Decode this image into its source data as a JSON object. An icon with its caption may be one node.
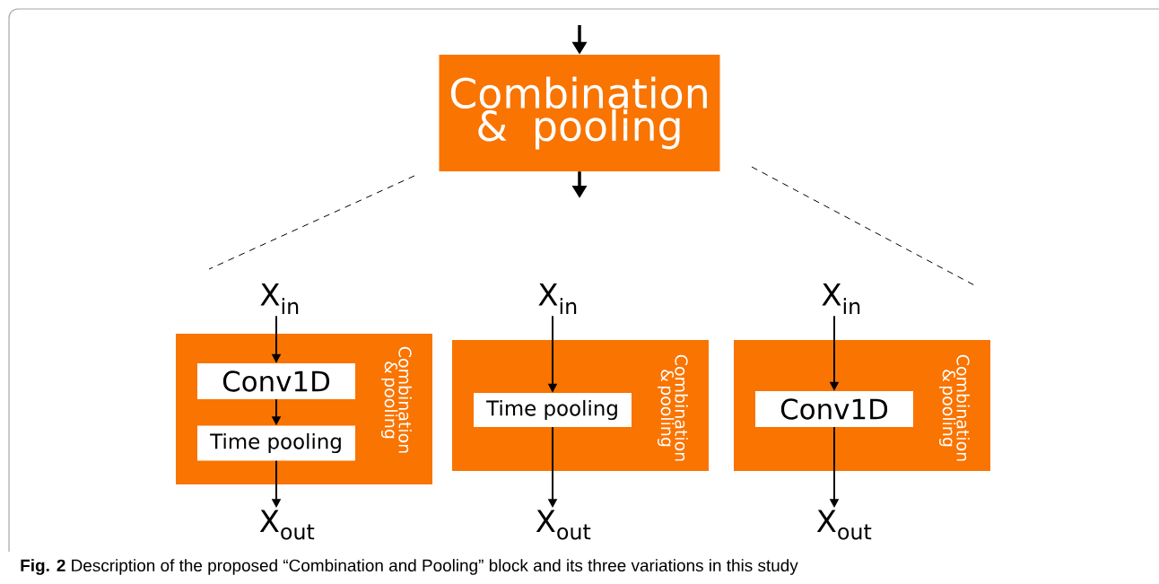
{
  "diagram": {
    "caption": "**Fig. 2** Description of the proposed “Combination and Pooling” block and its three variations in this study",
    "nodes": [
      {
        "text": [
          "Combination & pooling"
        ]
      },
      {
        "text": [
          "X$_{in}$"
        ]
      },
      {
        "text": [
          "Combination & pooling"
        ]
      },
      {
        "text": [
          "Conv1D"
        ],
        "in": 2
      },
      {
        "text": [
          "Time pooling"
        ],
        "in": 2
      },
      {
        "text": [
          "X$_{out}$"
        ]
      },
      {
        "text": [
          "X$_{in}$"
        ]
      },
      {
        "text": [
          "Combination & pooling"
        ]
      },
      {
        "text": [
          "Time pooling"
        ],
        "in": 7
      },
      {
        "text": [
          "X$_{out}$"
        ]
      },
      {
        "text": [
          "X$_{in}$"
        ]
      },
      {
        "text": [
          "Combination & pooling"
        ]
      },
      {
        "text": [
          "Conv1D"
        ],
        "in": 11
      },
      {
        "text": [
          "X$_{out}$"
        ]
      }
    ],
    "edges": [
      {
        "from": null,
        "to": 0,
        "arrow": "to"
      },
      {
        "from": 0,
        "to": null,
        "arrow": "to"
      },
      {
        "from": 1,
        "to": 3,
        "arrow": "to"
      },
      {
        "from": 3,
        "to": 4,
        "arrow": "to"
      },
      {
        "from": 4,
        "to": 5,
        "arrow": "to"
      },
      {
        "from": 6,
        "to": 8,
        "arrow": "to"
      },
      {
        "from": 8,
        "to": 9,
        "arrow": "to"
      },
      {
        "from": 10,
        "to": 12,
        "arrow": "to"
      },
      {
        "from": 12,
        "to": 13,
        "arrow": "to"
      }
    ]
  }
}
